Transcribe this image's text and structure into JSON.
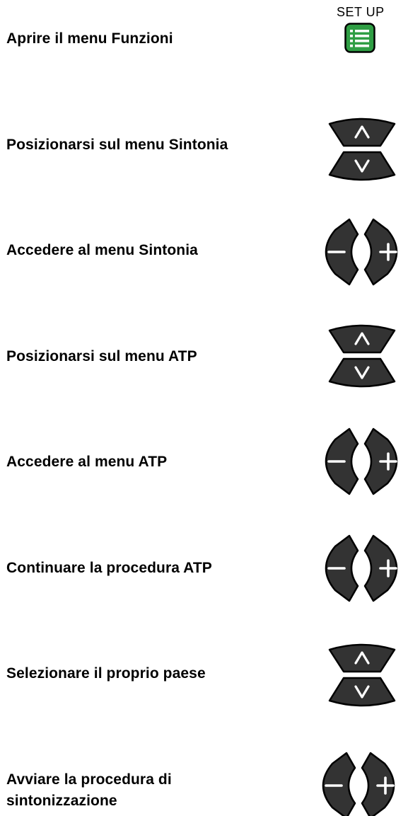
{
  "steps": [
    {
      "text": "Aprire il menu Funzioni",
      "button": "setup-button",
      "label": "SET UP"
    },
    {
      "text": "Posizionarsi sul menu Sintonia",
      "button": "up-down-buttons"
    },
    {
      "text": "Accedere al menu Sintonia",
      "button": "minus-plus-buttons"
    },
    {
      "text": "Posizionarsi sul menu ATP",
      "button": "up-down-buttons"
    },
    {
      "text": "Accedere al menu ATP",
      "button": "minus-plus-buttons"
    },
    {
      "text": "Continuare la procedura ATP",
      "button": "minus-plus-buttons"
    },
    {
      "text": "Selezionare il proprio paese",
      "button": "up-down-buttons"
    },
    {
      "text": "Avviare la procedura di sintonizzazione",
      "button": "minus-plus-buttons"
    }
  ],
  "colors": {
    "text": "#000000",
    "button_dark": "#333333",
    "setup_green": "#2f9e44",
    "symbol": "#ffffff"
  }
}
